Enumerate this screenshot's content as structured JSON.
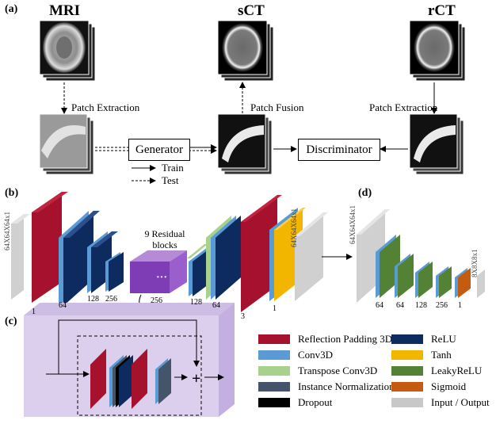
{
  "panels": {
    "a": "(a)",
    "b": "(b)",
    "c": "(c)",
    "d": "(d)"
  },
  "titles": {
    "mri": "MRI",
    "sct": "sCT",
    "rct": "rCT"
  },
  "steps": {
    "patch_extraction_left": "Patch Extraction",
    "patch_fusion": "Patch Fusion",
    "patch_extraction_right": "Patch Extraction"
  },
  "boxes": {
    "generator": "Generator",
    "discriminator": "Discriminator"
  },
  "arrow_legend": {
    "train": "Train",
    "test": "Test"
  },
  "generator_net": {
    "input_label": "64X64X64x1",
    "output_label": "64X64X64x1",
    "residual_label": "9 Residual blocks",
    "channels": [
      "1",
      "64",
      "128",
      "256",
      "256",
      "128",
      "64",
      "3",
      "1"
    ]
  },
  "discriminator_net": {
    "input_label": "64X64X64x1",
    "output_label": "8X8X8x1",
    "channels": [
      "64",
      "64",
      "128",
      "256",
      "1"
    ]
  },
  "legend": [
    {
      "label": "Reflection Padding 3D",
      "color": "#a6122d"
    },
    {
      "label": "Conv3D",
      "color": "#5b9bd5"
    },
    {
      "label": "Transpose Conv3D",
      "color": "#a9d18e"
    },
    {
      "label": "Instance Normalization",
      "color": "#44546a"
    },
    {
      "label": "Dropout",
      "color": "#000000"
    },
    {
      "label": "ReLU",
      "color": "#0d2b5e"
    },
    {
      "label": "Tanh",
      "color": "#f2b600"
    },
    {
      "label": "LeakyReLU",
      "color": "#548235"
    },
    {
      "label": "Sigmoid",
      "color": "#c55a11"
    },
    {
      "label": "Input / Output",
      "color": "#c8c8c8"
    }
  ]
}
